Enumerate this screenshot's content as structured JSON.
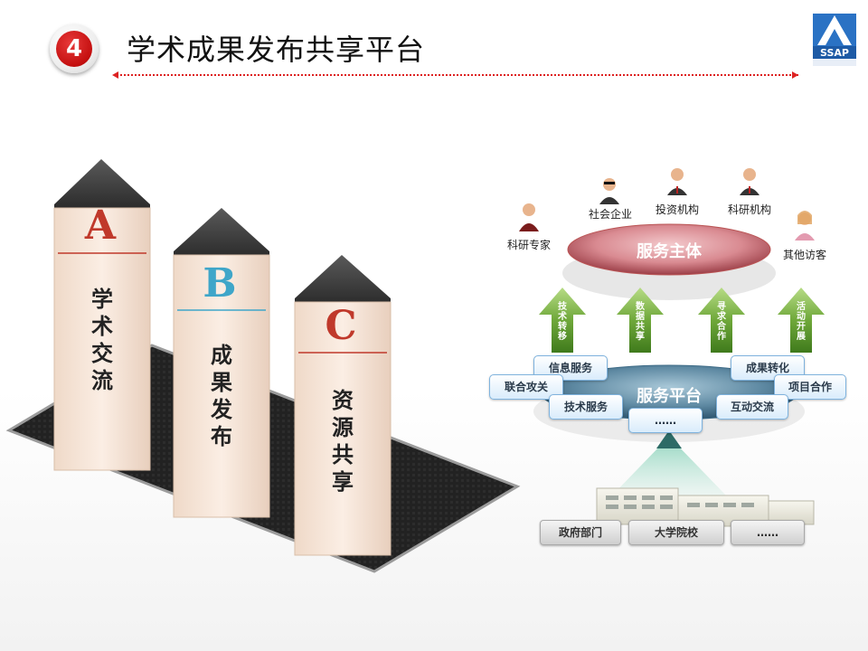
{
  "header": {
    "number": "4",
    "title": "学术成果发布共享平台",
    "logo_text": "SSAP"
  },
  "pillars": [
    {
      "letter": "A",
      "text": "学\n术\n交\n流",
      "color": "#c0392b"
    },
    {
      "letter": "B",
      "text": "成\n果\n发\n布",
      "color": "#3fa6c9"
    },
    {
      "letter": "C",
      "text": "资\n源\n共\n享",
      "color": "#c0392b"
    }
  ],
  "diagram": {
    "people": [
      {
        "label": "科研专家"
      },
      {
        "label": "社会企业"
      },
      {
        "label": "投资机构"
      },
      {
        "label": "科研机构"
      },
      {
        "label": "其他访客"
      }
    ],
    "service_subject": "服务主体",
    "arrows": [
      {
        "label": "技术转移"
      },
      {
        "label": "数据共享"
      },
      {
        "label": "寻求合作"
      },
      {
        "label": "活动开展"
      }
    ],
    "service_platform": "服务平台",
    "services": [
      {
        "label": "信息服务"
      },
      {
        "label": "联合攻关"
      },
      {
        "label": "技术服务"
      },
      {
        "label": "……"
      },
      {
        "label": "成果转化"
      },
      {
        "label": "项目合作"
      },
      {
        "label": "互动交流"
      }
    ],
    "sources": [
      {
        "label": "政府部门"
      },
      {
        "label": "大学院校"
      },
      {
        "label": "……"
      }
    ]
  },
  "colors": {
    "accent_red": "#c40f0f",
    "arrow_green": "#5b9a2a",
    "pill_border": "#7fb3de"
  }
}
